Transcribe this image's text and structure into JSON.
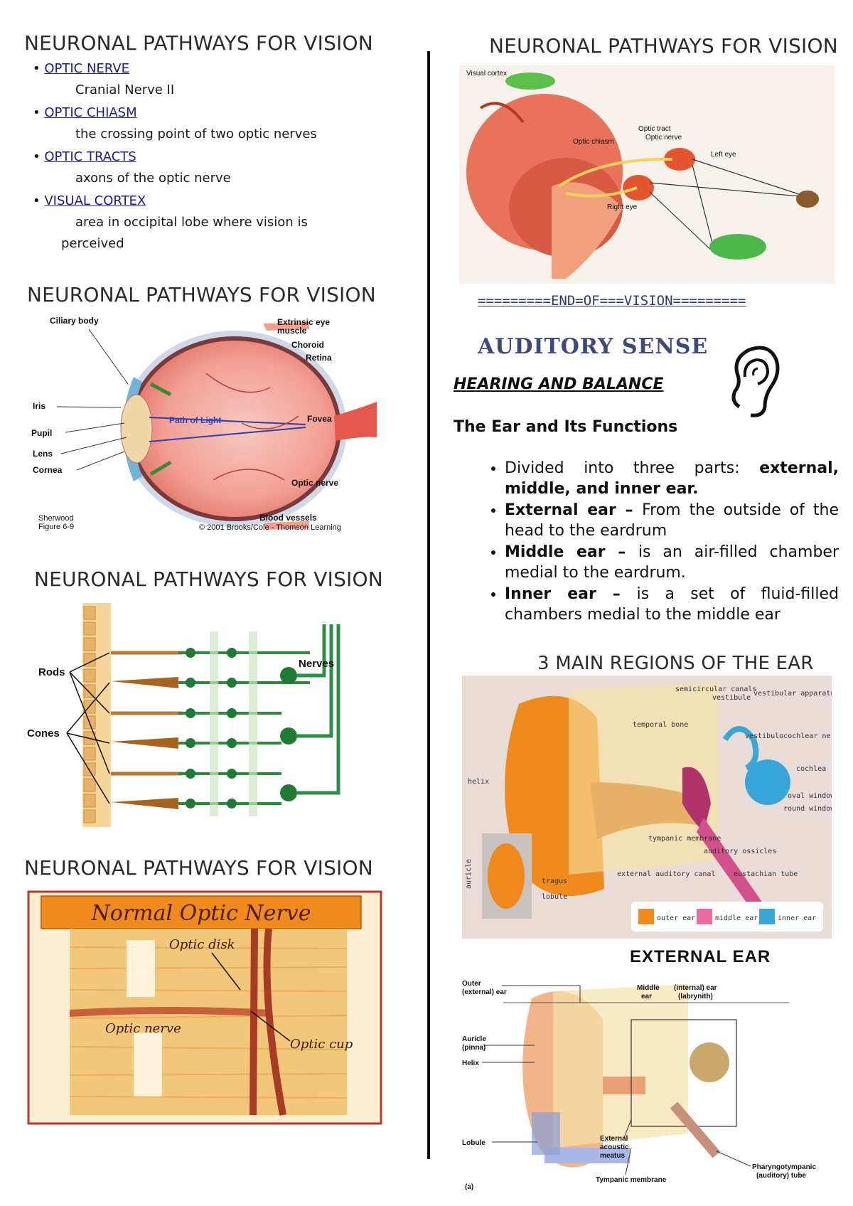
{
  "left": {
    "slide1": {
      "title": "NEURONAL PATHWAYS FOR VISION",
      "items": [
        {
          "term": "OPTIC NERVE",
          "def": "Cranial Nerve II"
        },
        {
          "term": "OPTIC CHIASM",
          "def": "the crossing point of two optic nerves"
        },
        {
          "term": "OPTIC TRACTS",
          "def": "axons of the optic nerve"
        },
        {
          "term": "VISUAL CORTEX",
          "def": "area in occipital lobe where vision is",
          "def2": "perceived"
        }
      ]
    },
    "slide2": {
      "title": "NEURONAL PATHWAYS FOR VISION",
      "labels": {
        "ciliary": "Ciliary body",
        "extrinsic1": "Extrinsic eye",
        "extrinsic2": "muscle",
        "choroid": "Choroid",
        "retina": "Retina",
        "iris": "Iris",
        "pupil": "Pupil",
        "lens": "Lens",
        "cornea": "Cornea",
        "path": "Path of Light",
        "fovea": "Fovea",
        "optic": "Optic nerve",
        "vessels": "Blood vessels",
        "credit1": "Sherwood",
        "credit2": "Figure 6-9",
        "copyright": "© 2001 Brooks/Cole - Thomson Learning"
      }
    },
    "slide3": {
      "title": "NEURONAL PATHWAYS FOR VISION",
      "labels": {
        "nerves": "Nerves",
        "rods": "Rods",
        "cones": "Cones"
      }
    },
    "slide4": {
      "title": "NEURONAL PATHWAYS FOR VISION",
      "banner": "Normal Optic Nerve",
      "labels": {
        "disk": "Optic disk",
        "nerve": "Optic nerve",
        "cup": "Optic cup"
      }
    }
  },
  "right": {
    "slide5": {
      "title": "NEURONAL PATHWAYS FOR VISION",
      "labels": {
        "cortex": "Visual cortex",
        "tract": "Optic tract",
        "onerve": "Optic nerve",
        "chiasm": "Optic chiasm",
        "lefteye": "Left eye",
        "righteye": "Right eye"
      }
    },
    "end_line": "=========END=OF===VISION=========",
    "auditory_title": "AUDITORY SENSE",
    "hearing_balance": "HEARING AND BALANCE",
    "ear_functions_title": "The Ear and Its Functions",
    "bullets": [
      {
        "b": "",
        "t": "Divided into three parts: ",
        "b2": "external, middle, and inner ear."
      },
      {
        "b": "External ear – ",
        "t": "From the outside of the head to the eardrum",
        "b2": ""
      },
      {
        "b": "Middle ear – ",
        "t": "is an air-filled chamber medial to the eardrum.",
        "b2": ""
      },
      {
        "b": "Inner ear – ",
        "t": "is a set of fluid-filled chambers medial to the middle ear",
        "b2": ""
      }
    ],
    "regions_title": "3 MAIN REGIONS OF THE EAR",
    "regions_labels": {
      "semi": "semicircular canals",
      "vest": "vestibule",
      "vapp": "vestibular apparatus",
      "temporal": "temporal bone",
      "vcn": "vestibulocochlear nerve",
      "helix": "helix",
      "cochlea": "cochlea",
      "oval": "oval window",
      "round": "round window",
      "tymp": "tympanic membrane",
      "ossicles": "auditory ossicles",
      "auricle": "auricle",
      "tragus": "tragus",
      "lobule": "lobule",
      "eac": "external auditory canal",
      "eust": "eustachian tube",
      "legend_outer": "outer ear",
      "legend_middle": "middle ear",
      "legend_inner": "inner ear"
    },
    "external_title": "EXTERNAL EAR",
    "external_labels": {
      "outer1": "Outer",
      "outer2": "(external) ear",
      "middle1": "Middle",
      "middle2": "ear",
      "inner1": "(internal) ear",
      "inner2": "(labrynith)",
      "auricle1": "Auricle",
      "auricle2": "(pinna)",
      "helix": "Helix",
      "lobule": "Lobule",
      "eam1": "External",
      "eam2": "acoustic",
      "eam3": "meatus",
      "tymp": "Tympanic membrane",
      "phar1": "Pharyngotympanic",
      "phar2": "(auditory) tube",
      "a": "(a)"
    }
  }
}
